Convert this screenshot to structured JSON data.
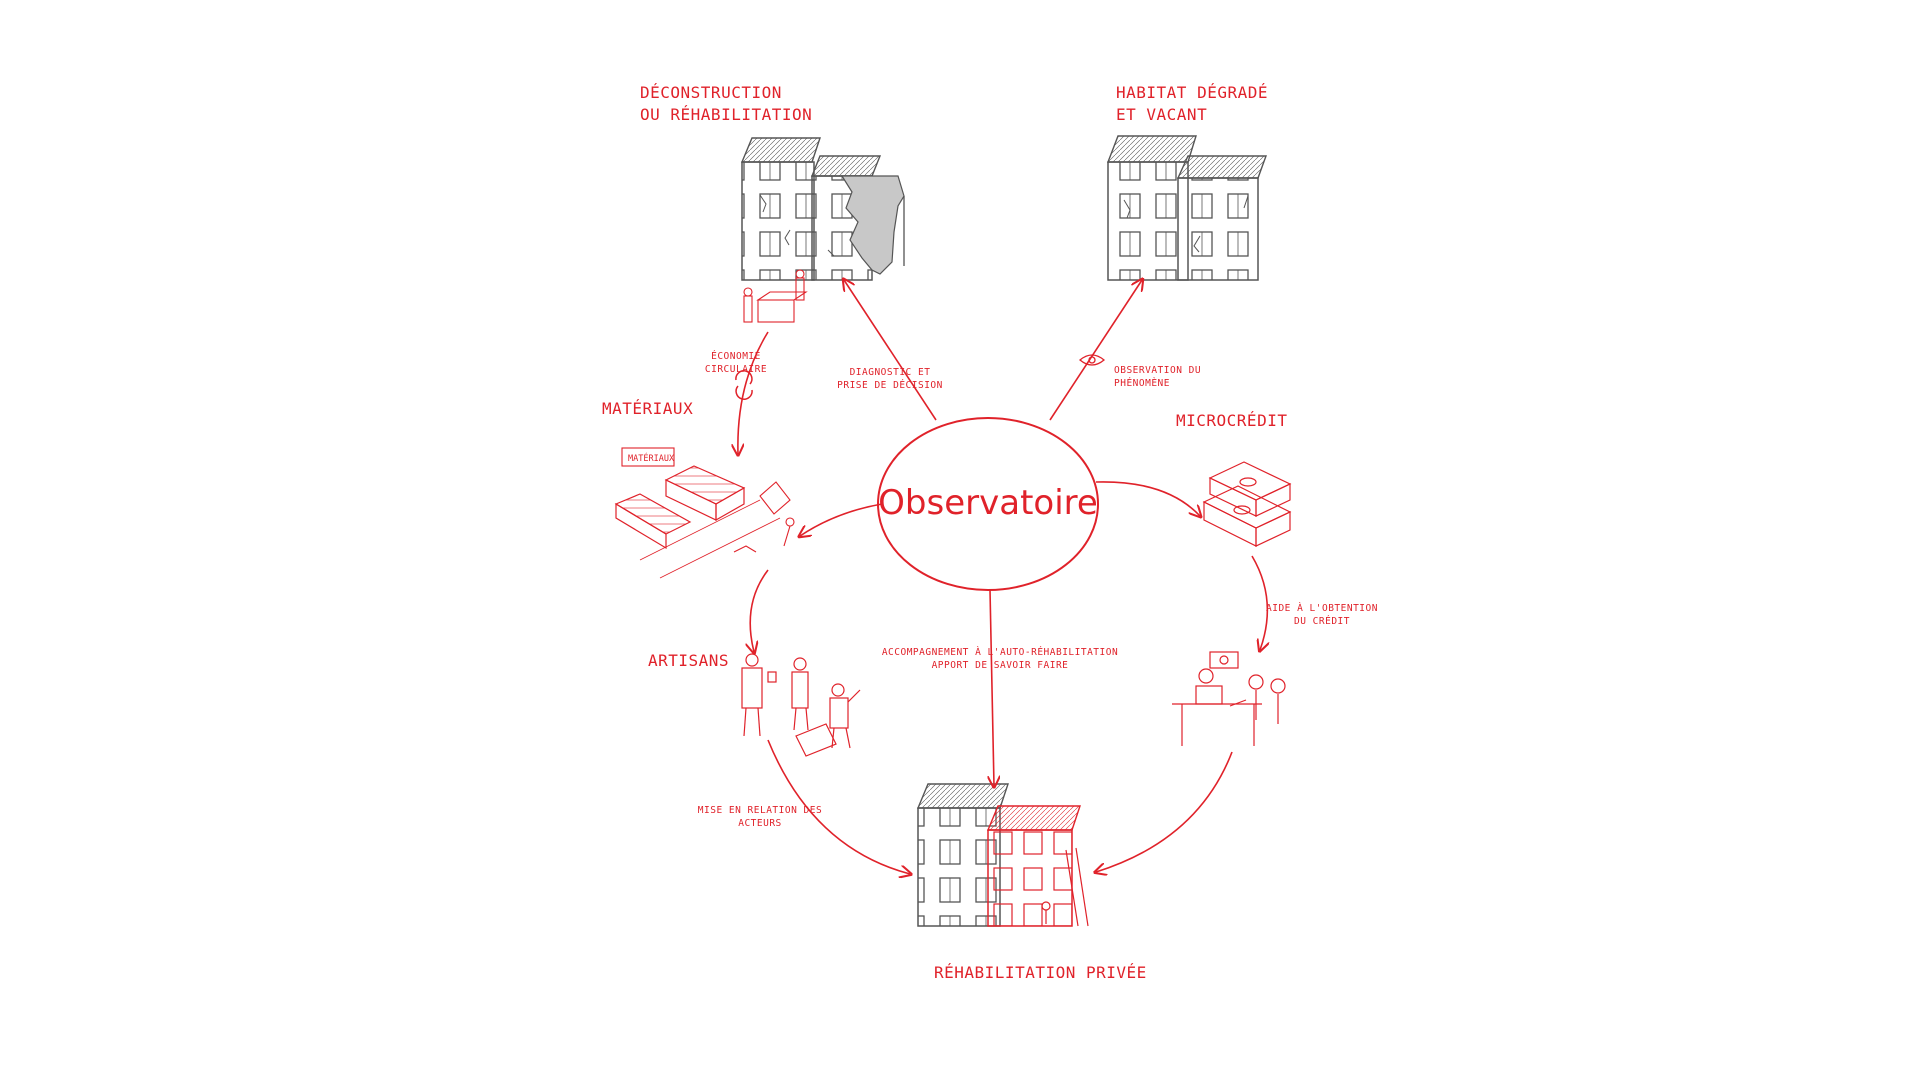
{
  "center": {
    "label": "Observatoire"
  },
  "sections": {
    "deconstruction": "Déconstruction\nou réhabilitation",
    "habitat": "Habitat dégradé\net vacant",
    "materiaux": "Matériaux",
    "microcredit": "Microcrédit",
    "artisans": "Artisans",
    "rehabilitation": "Réhabilitation privée"
  },
  "edges": {
    "economie": "Économie\ncirculaire",
    "diagnostic": "Diagnostic et\nprise de décision",
    "observation": "Observation du\nphénomène",
    "aide_credit": "Aide à l'obtention\ndu crédit",
    "accompagnement": "Accompagnement à l'auto-réhabilitation\napport de savoir faire",
    "mise_relation": "Mise en relation des\nacteurs"
  },
  "signs": {
    "materiaux_sign": "MATÉRIAUX"
  },
  "colors": {
    "accent": "#e0222a",
    "sketch": "#555555",
    "shade": "#c8c8c8"
  }
}
